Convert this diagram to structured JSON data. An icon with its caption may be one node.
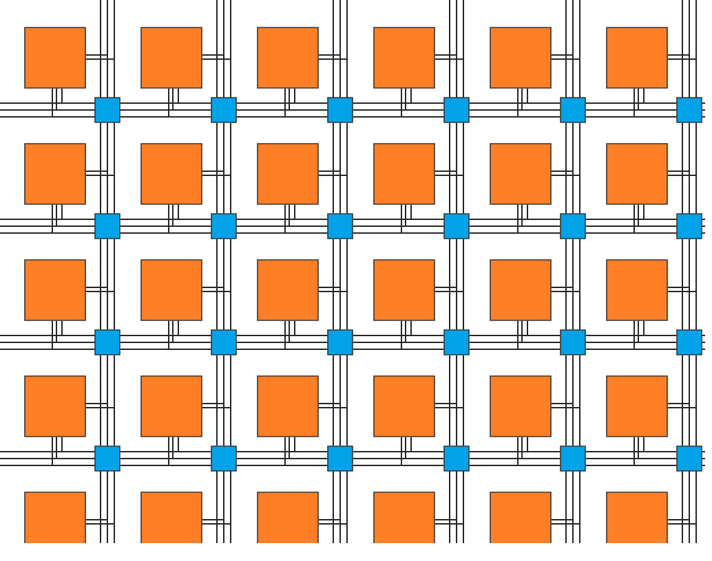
{
  "diagram": {
    "nodes": [
      {
        "text": [],
        "shape": "box"
      },
      {
        "text": [],
        "shape": "box"
      },
      {
        "text": [],
        "shape": "box"
      },
      {
        "text": [],
        "shape": "box"
      },
      {
        "text": [],
        "shape": "box"
      },
      {
        "text": [],
        "shape": "box"
      },
      {
        "text": [],
        "shape": "box"
      },
      {
        "text": [],
        "shape": "box"
      },
      {
        "text": [],
        "shape": "box"
      },
      {
        "text": [],
        "shape": "box"
      },
      {
        "text": [],
        "shape": "box"
      },
      {
        "text": [],
        "shape": "box"
      },
      {
        "text": [],
        "shape": "box"
      },
      {
        "text": [],
        "shape": "box"
      },
      {
        "text": [],
        "shape": "box"
      },
      {
        "text": [],
        "shape": "box"
      },
      {
        "text": [],
        "shape": "box"
      },
      {
        "text": [],
        "shape": "box"
      },
      {
        "text": [],
        "shape": "box"
      },
      {
        "text": [],
        "shape": "box"
      },
      {
        "text": [],
        "shape": "box"
      },
      {
        "text": [],
        "shape": "box"
      },
      {
        "text": [],
        "shape": "box"
      },
      {
        "text": [],
        "shape": "box"
      },
      {
        "text": [],
        "shape": "box"
      },
      {
        "text": [],
        "shape": "box"
      },
      {
        "text": [],
        "shape": "box"
      },
      {
        "text": [],
        "shape": "box"
      },
      {
        "text": [],
        "shape": "box"
      },
      {
        "text": [],
        "shape": "box"
      },
      {
        "text": [],
        "shape": "box"
      },
      {
        "text": [],
        "shape": "box"
      },
      {
        "text": [],
        "shape": "box"
      },
      {
        "text": [],
        "shape": "box"
      },
      {
        "text": [],
        "shape": "box"
      },
      {
        "text": [],
        "shape": "box"
      },
      {
        "text": [],
        "shape": "box"
      },
      {
        "text": [],
        "shape": "box"
      },
      {
        "text": [],
        "shape": "box"
      },
      {
        "text": [],
        "shape": "box"
      },
      {
        "text": [],
        "shape": "box"
      },
      {
        "text": [],
        "shape": "box"
      },
      {
        "text": [],
        "shape": "box"
      },
      {
        "text": [],
        "shape": "box"
      },
      {
        "text": [],
        "shape": "box"
      },
      {
        "text": [],
        "shape": "box"
      },
      {
        "text": [],
        "shape": "box"
      },
      {
        "text": [],
        "shape": "box"
      },
      {
        "text": [],
        "shape": "box"
      },
      {
        "text": [],
        "shape": "box"
      },
      {
        "text": [],
        "shape": "box"
      },
      {
        "text": [],
        "shape": "box"
      },
      {
        "text": [],
        "shape": "box"
      },
      {
        "text": [],
        "shape": "box"
      }
    ],
    "edges": [
      {
        "from": 30,
        "to": 31,
        "arrow": "none"
      },
      {
        "from": 31,
        "to": 32,
        "arrow": "none"
      },
      {
        "from": 32,
        "to": 33,
        "arrow": "none"
      },
      {
        "from": 33,
        "to": 34,
        "arrow": "none"
      },
      {
        "from": 34,
        "to": 35,
        "arrow": "none"
      },
      {
        "from": 36,
        "to": 37,
        "arrow": "none"
      },
      {
        "from": 37,
        "to": 38,
        "arrow": "none"
      },
      {
        "from": 38,
        "to": 39,
        "arrow": "none"
      },
      {
        "from": 39,
        "to": 40,
        "arrow": "none"
      },
      {
        "from": 40,
        "to": 41,
        "arrow": "none"
      },
      {
        "from": 42,
        "to": 43,
        "arrow": "none"
      },
      {
        "from": 43,
        "to": 44,
        "arrow": "none"
      },
      {
        "from": 44,
        "to": 45,
        "arrow": "none"
      },
      {
        "from": 45,
        "to": 46,
        "arrow": "none"
      },
      {
        "from": 46,
        "to": 47,
        "arrow": "none"
      },
      {
        "from": 48,
        "to": 49,
        "arrow": "none"
      },
      {
        "from": 49,
        "to": 50,
        "arrow": "none"
      },
      {
        "from": 50,
        "to": 51,
        "arrow": "none"
      },
      {
        "from": 51,
        "to": 52,
        "arrow": "none"
      },
      {
        "from": 52,
        "to": 53,
        "arrow": "none"
      },
      {
        "from": 30,
        "to": 36,
        "arrow": "none"
      },
      {
        "from": 31,
        "to": 37,
        "arrow": "none"
      },
      {
        "from": 32,
        "to": 38,
        "arrow": "none"
      },
      {
        "from": 33,
        "to": 39,
        "arrow": "none"
      },
      {
        "from": 34,
        "to": 40,
        "arrow": "none"
      },
      {
        "from": 35,
        "to": 41,
        "arrow": "none"
      },
      {
        "from": 36,
        "to": 42,
        "arrow": "none"
      },
      {
        "from": 37,
        "to": 43,
        "arrow": "none"
      },
      {
        "from": 38,
        "to": 44,
        "arrow": "none"
      },
      {
        "from": 39,
        "to": 45,
        "arrow": "none"
      },
      {
        "from": 40,
        "to": 46,
        "arrow": "none"
      },
      {
        "from": 41,
        "to": 47,
        "arrow": "none"
      },
      {
        "from": 42,
        "to": 48,
        "arrow": "none"
      },
      {
        "from": 43,
        "to": 49,
        "arrow": "none"
      },
      {
        "from": 44,
        "to": 50,
        "arrow": "none"
      },
      {
        "from": 45,
        "to": 51,
        "arrow": "none"
      },
      {
        "from": 46,
        "to": 52,
        "arrow": "none"
      },
      {
        "from": 47,
        "to": 53,
        "arrow": "none"
      },
      {
        "from": 0,
        "to": 30,
        "arrow": "none"
      },
      {
        "from": 0,
        "to": 30,
        "arrow": "none"
      },
      {
        "from": 1,
        "to": 31,
        "arrow": "none"
      },
      {
        "from": 1,
        "to": 31,
        "arrow": "none"
      },
      {
        "from": 2,
        "to": 32,
        "arrow": "none"
      },
      {
        "from": 2,
        "to": 32,
        "arrow": "none"
      },
      {
        "from": 3,
        "to": 33,
        "arrow": "none"
      },
      {
        "from": 3,
        "to": 33,
        "arrow": "none"
      },
      {
        "from": 4,
        "to": 34,
        "arrow": "none"
      },
      {
        "from": 4,
        "to": 34,
        "arrow": "none"
      },
      {
        "from": 5,
        "to": 35,
        "arrow": "none"
      },
      {
        "from": 5,
        "to": 35,
        "arrow": "none"
      },
      {
        "from": 6,
        "to": 36,
        "arrow": "none"
      },
      {
        "from": 6,
        "to": 36,
        "arrow": "none"
      },
      {
        "from": 7,
        "to": 37,
        "arrow": "none"
      },
      {
        "from": 7,
        "to": 37,
        "arrow": "none"
      },
      {
        "from": 8,
        "to": 38,
        "arrow": "none"
      },
      {
        "from": 8,
        "to": 38,
        "arrow": "none"
      },
      {
        "from": 9,
        "to": 39,
        "arrow": "none"
      },
      {
        "from": 9,
        "to": 39,
        "arrow": "none"
      },
      {
        "from": 10,
        "to": 40,
        "arrow": "none"
      },
      {
        "from": 10,
        "to": 40,
        "arrow": "none"
      },
      {
        "from": 11,
        "to": 41,
        "arrow": "none"
      },
      {
        "from": 11,
        "to": 41,
        "arrow": "none"
      },
      {
        "from": 12,
        "to": 42,
        "arrow": "none"
      },
      {
        "from": 12,
        "to": 42,
        "arrow": "none"
      },
      {
        "from": 13,
        "to": 43,
        "arrow": "none"
      },
      {
        "from": 13,
        "to": 43,
        "arrow": "none"
      },
      {
        "from": 14,
        "to": 44,
        "arrow": "none"
      },
      {
        "from": 14,
        "to": 44,
        "arrow": "none"
      },
      {
        "from": 15,
        "to": 45,
        "arrow": "none"
      },
      {
        "from": 15,
        "to": 45,
        "arrow": "none"
      },
      {
        "from": 16,
        "to": 46,
        "arrow": "none"
      },
      {
        "from": 16,
        "to": 46,
        "arrow": "none"
      },
      {
        "from": 17,
        "to": 47,
        "arrow": "none"
      },
      {
        "from": 17,
        "to": 47,
        "arrow": "none"
      },
      {
        "from": 18,
        "to": 48,
        "arrow": "none"
      },
      {
        "from": 18,
        "to": 48,
        "arrow": "none"
      },
      {
        "from": 19,
        "to": 49,
        "arrow": "none"
      },
      {
        "from": 19,
        "to": 49,
        "arrow": "none"
      },
      {
        "from": 20,
        "to": 50,
        "arrow": "none"
      },
      {
        "from": 20,
        "to": 50,
        "arrow": "none"
      },
      {
        "from": 21,
        "to": 51,
        "arrow": "none"
      },
      {
        "from": 21,
        "to": 51,
        "arrow": "none"
      },
      {
        "from": 22,
        "to": 52,
        "arrow": "none"
      },
      {
        "from": 22,
        "to": 52,
        "arrow": "none"
      },
      {
        "from": 23,
        "to": 53,
        "arrow": "none"
      },
      {
        "from": 23,
        "to": 53,
        "arrow": "none"
      },
      {
        "from": 24,
        "to": 48,
        "arrow": "none"
      },
      {
        "from": 25,
        "to": 49,
        "arrow": "none"
      },
      {
        "from": 26,
        "to": 50,
        "arrow": "none"
      },
      {
        "from": 27,
        "to": 51,
        "arrow": "none"
      },
      {
        "from": 28,
        "to": 52,
        "arrow": "none"
      },
      {
        "from": 29,
        "to": 53,
        "arrow": "none"
      }
    ]
  }
}
